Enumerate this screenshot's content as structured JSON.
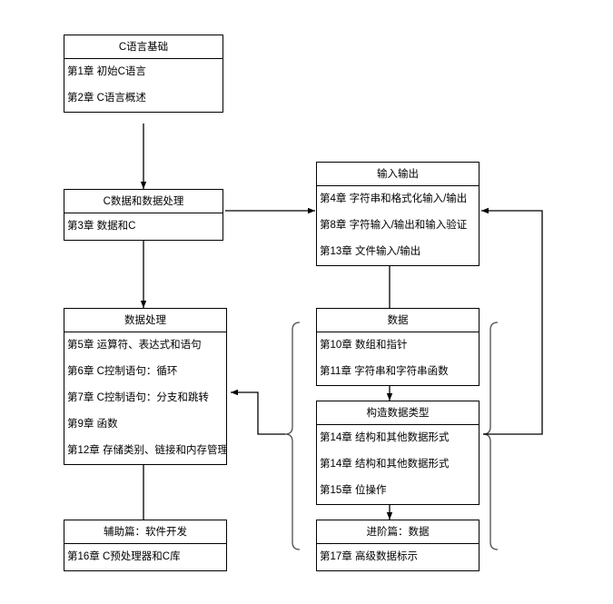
{
  "diagram": {
    "title_hidden": "C Primer Plus 章节结构图",
    "nodes": [
      {
        "id": "c-basics",
        "title": "C语言基础",
        "rows": [
          "第1章 初始C语言",
          "第2章 C语言概述"
        ]
      },
      {
        "id": "c-data-and-processing",
        "title": "C数据和数据处理",
        "rows": [
          "第3章 数据和C"
        ]
      },
      {
        "id": "input-output",
        "title": "输入输出",
        "rows": [
          "第4章 字符串和格式化输入/输出",
          "第8章 字符输入/输出和输入验证",
          "第13章 文件输入/输出"
        ]
      },
      {
        "id": "data-processing",
        "title": "数据处理",
        "rows": [
          "第5章 运算符、表达式和语句",
          "第6章 C控制语句：循环",
          "第7章 C控制语句：分支和跳转",
          "第9章 函数",
          "第12章 存储类别、链接和内存管理"
        ]
      },
      {
        "id": "data",
        "title": "数据",
        "rows": [
          "第10章 数组和指针",
          "第11章 字符串和字符串函数"
        ]
      },
      {
        "id": "constructed-data-types",
        "title": "构造数据类型",
        "rows": [
          "第14章 结构和其他数据形式",
          "第14章 结构和其他数据形式",
          "第15章 位操作"
        ]
      },
      {
        "id": "auxiliary-software-dev",
        "title": "辅助篇：软件开发",
        "rows": [
          "第16章 C预处理器和C库"
        ]
      },
      {
        "id": "advanced-data",
        "title": "进阶篇：数据",
        "rows": [
          "第17章 高级数据标示"
        ]
      }
    ],
    "colors": {
      "line": "#000000",
      "brace": "#4d4d4d",
      "background": "#ffffff",
      "text": "#000000"
    }
  }
}
